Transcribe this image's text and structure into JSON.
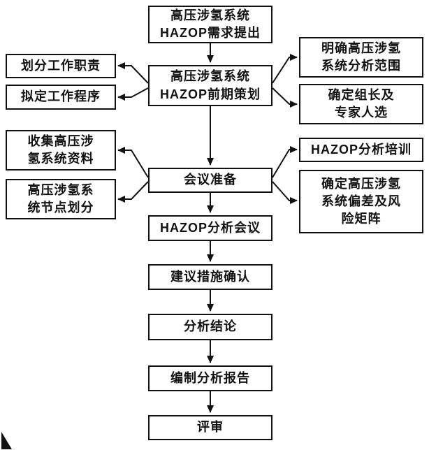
{
  "figure_type": "flowchart",
  "colors": {
    "line": "#111111",
    "box_border": "#111111",
    "background": "#ffffff",
    "text": "#111111"
  },
  "nodes": {
    "requirement": "高压涉氢系统\nHAZOP需求提出",
    "planning": "高压涉氢系统\nHAZOP前期策划",
    "meeting_prep": "会议准备",
    "analysis_meeting": "HAZOP分析会议",
    "measures_confirm": "建议措施确认",
    "conclusion": "分析结论",
    "report": "编制分析报告",
    "review": "评审",
    "duties": "划分工作职责",
    "procedures": "拟定工作程序",
    "collect_data": "收集高压涉\n氢系统资料",
    "node_division": "高压涉氢系\n统节点划分",
    "scope": "明确高压涉氢\n系统分析范围",
    "leader_experts": "确定组长及\n专家人选",
    "training": "HAZOP分析培训",
    "risk_matrix": "确定高压涉氢\n系统偏差及风\n险矩阵"
  }
}
